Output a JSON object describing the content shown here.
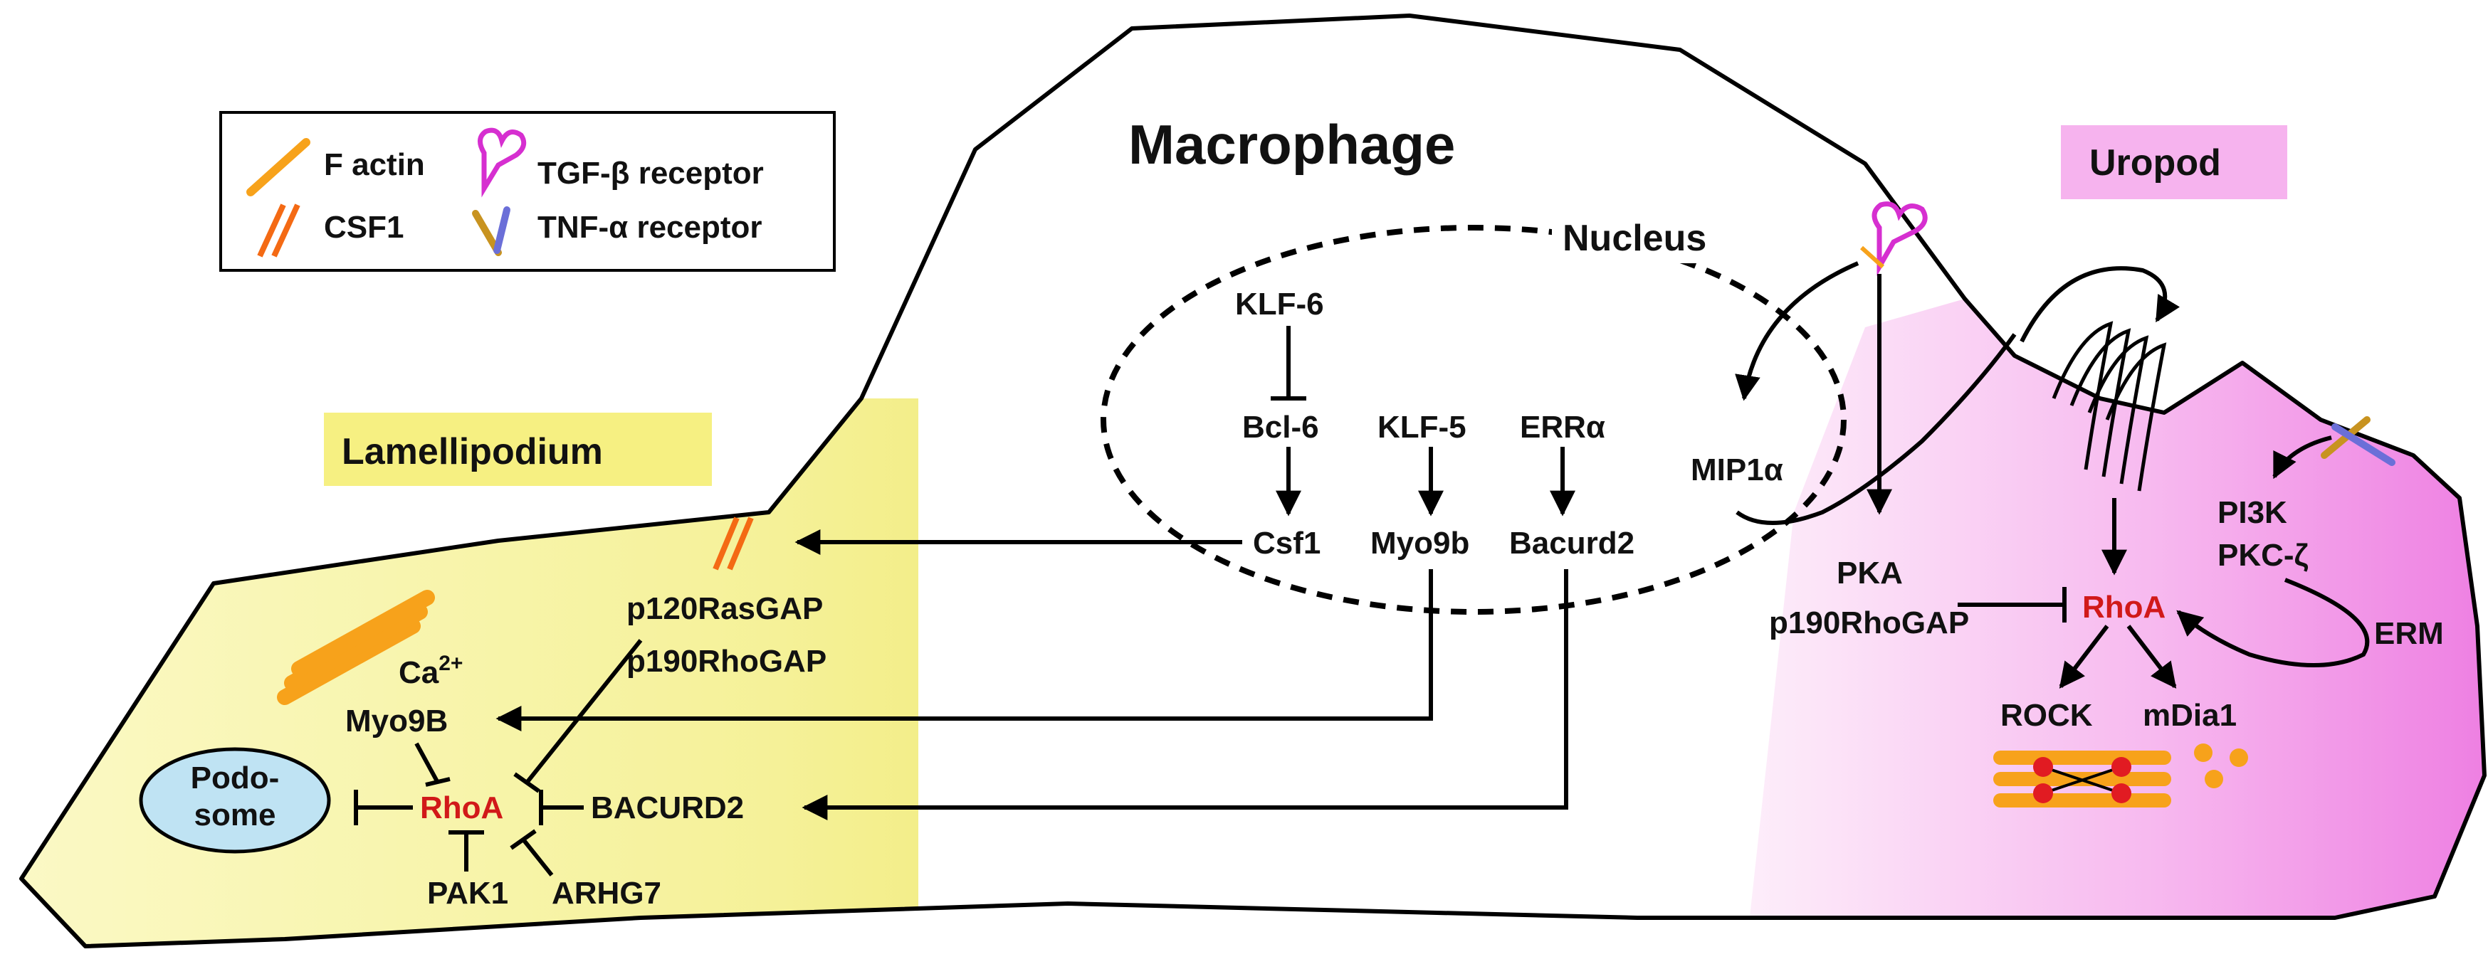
{
  "title": "Macrophage",
  "regions": {
    "lamellipodium": "Lamellipodium",
    "uropod": "Uropod",
    "nucleus": "Nucleus"
  },
  "legend": {
    "f_actin": "F actin",
    "csf1": "CSF1",
    "tgf_receptor": "TGF-β receptor",
    "tnf_receptor": "TNF-α receptor"
  },
  "nucleus_nodes": {
    "klf6": "KLF-6",
    "bcl6": "Bcl-6",
    "klf5": "KLF-5",
    "erra": "ERRα",
    "csf1_gene": "Csf1",
    "myo9b_gene": "Myo9b",
    "bacurd2_gene": "Bacurd2"
  },
  "lamellipodium_nodes": {
    "p120rasgap": "p120RasGAP",
    "p190rhogap": "p190RhoGAP",
    "ca": "Ca",
    "ca_sup": "2+",
    "myo9b": "Myo9B",
    "rhoa": "RhoA",
    "podosome_line1": "Podo-",
    "podosome_line2": "some",
    "bacurd2": "BACURD2",
    "pak1": "PAK1",
    "arhg7": "ARHG7"
  },
  "uropod_nodes": {
    "mip1a": "MIP1α",
    "pka": "PKA",
    "p190rhogap": "p190RhoGAP",
    "rhoa": "RhoA",
    "rock": "ROCK",
    "mdia1": "mDia1",
    "pi3k": "PI3K",
    "pkc": "PKC-ζ",
    "erm": "ERM"
  },
  "colors": {
    "lamellipodium_fill": "#f8f5a8",
    "uropod_fill": "#f190e6",
    "actin": "#f7a21b",
    "rhoa": "#d11919",
    "podosome": "#bfe3f3",
    "tgf_receptor": "#d62fd0",
    "tnf_receptor": "#6b6fd8"
  }
}
